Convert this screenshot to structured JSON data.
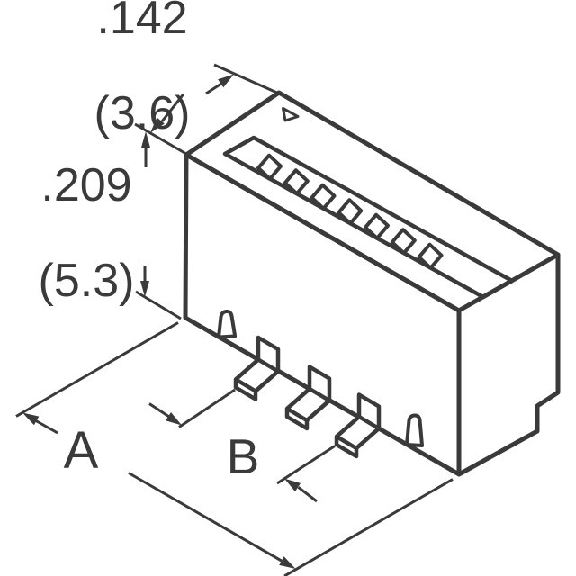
{
  "drawing": {
    "title": "connector isometric dimension drawing",
    "dim_depth": {
      "inches": ".142",
      "mm": "(3.6)"
    },
    "dim_height": {
      "inches": ".209",
      "mm": "(5.3)"
    },
    "dim_span_label": "A",
    "dim_pitch_label": "B"
  },
  "colors": {
    "line": "#3a3a3a",
    "background": "#ffffff"
  }
}
